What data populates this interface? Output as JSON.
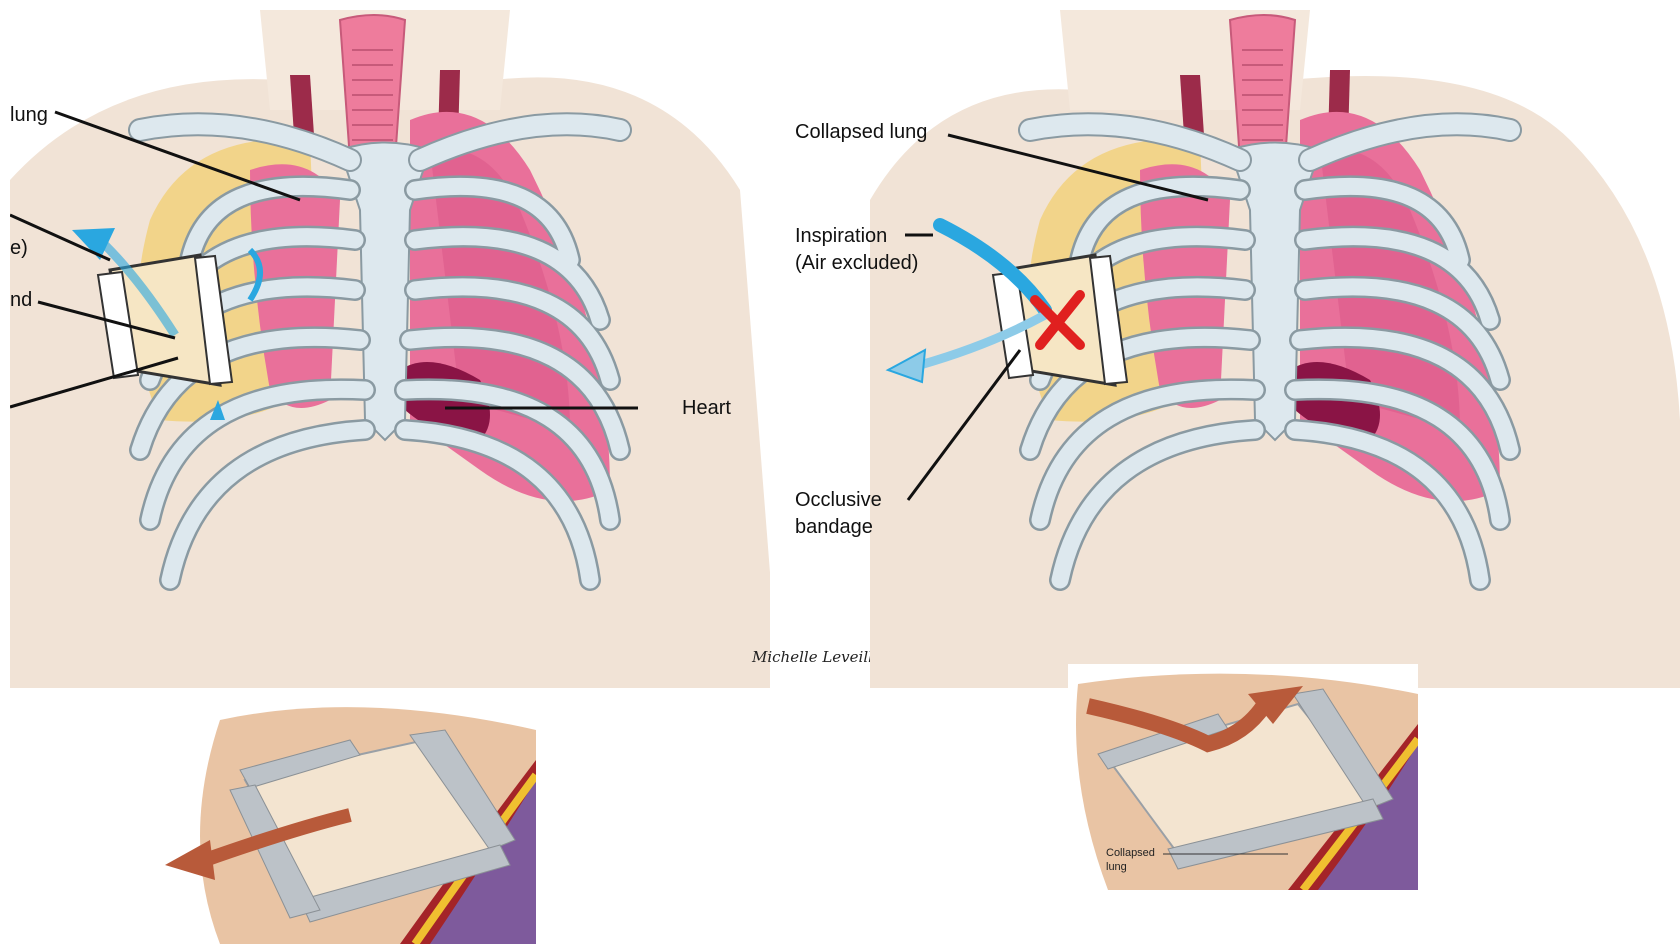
{
  "left_chest": {
    "label_lung_partial": "lung",
    "label_partial_e": "e)",
    "label_partial_nd": "nd",
    "label_heart": "Heart"
  },
  "right_chest": {
    "label_collapsed_lung": "Collapsed lung",
    "label_inspiration": "Inspiration",
    "label_air_excluded": "(Air excluded)",
    "label_occlusive": "Occlusive",
    "label_bandage": "bandage"
  },
  "signature": "Michelle Leveille",
  "bottom_right": {
    "label_collapsed": "Collapsed",
    "label_lung": "lung"
  },
  "colors": {
    "skin": "#f1e3d6",
    "bone": "#dde8ee",
    "bone_outline": "#8a9aa2",
    "lung_pink": "#e9709a",
    "lung_inner": "#d65385",
    "fat_yellow": "#f2d48a",
    "heart": "#8a1445",
    "trachea": "#ee7c9c",
    "air_arrow": "#2aa7e0",
    "red_x": "#e0201f",
    "brown_arrow": "#b85a3a"
  }
}
